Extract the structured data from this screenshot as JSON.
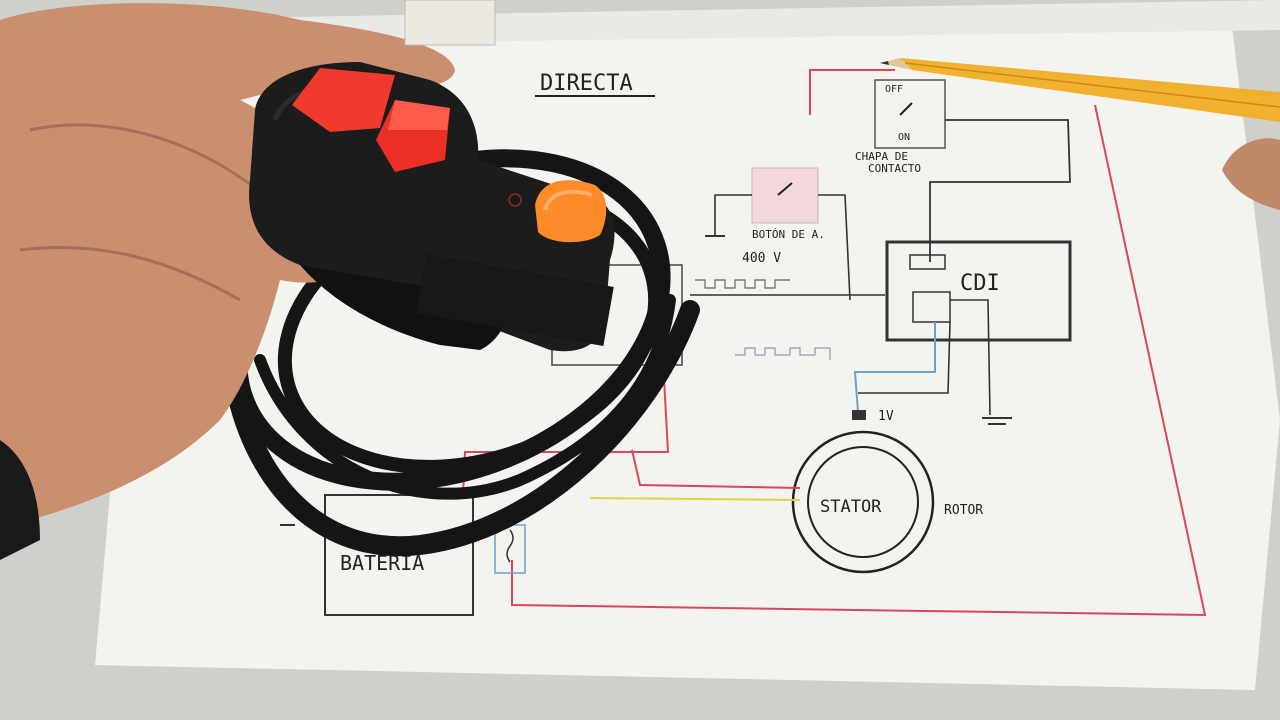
{
  "diagram": {
    "title": "DIRECTA",
    "switch_off": "OFF",
    "switch_on": "ON",
    "ignition_label_line1": "CHAPA DE",
    "ignition_label_line2": "CONTACTO",
    "button_label": "BOTÓN DE A.",
    "voltage_400": "400 V",
    "voltage_1": "1V",
    "cdi": "CDI",
    "stator": "STATOR",
    "rotor": "ROTOR",
    "battery": "BATERIA"
  },
  "colors": {
    "paper": "#f3f3f0",
    "table": "#cfd0cc",
    "ink": "#222222",
    "red_wire": "#d8485a",
    "blue_wire": "#6ea0c8",
    "yellow_wire": "#e3d24a",
    "pencil": "#f0b12e",
    "skin": "#c98f6f",
    "switch_body": "#1c1c1c",
    "red_button": "#f03a2e",
    "orange_button": "#ff8a2a"
  },
  "objects": {
    "pencil": "pencil",
    "handlebar_switch": "handlebar switch",
    "hand": "hand"
  }
}
